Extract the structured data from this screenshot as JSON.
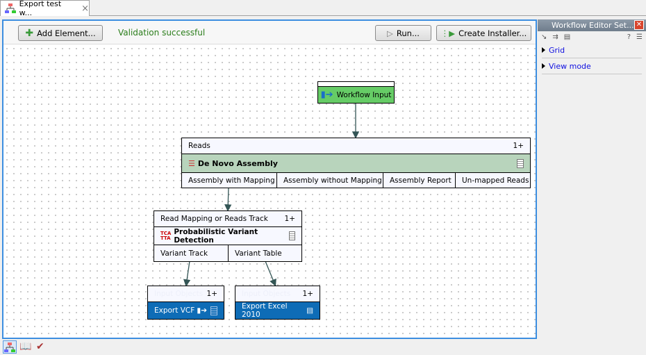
{
  "tab": {
    "title": "Export test w...",
    "close": "×"
  },
  "toolbar": {
    "add_element": "Add Element...",
    "validation": "Validation successful",
    "run": "Run...",
    "create_installer": "Create Installer..."
  },
  "colors": {
    "accent": "#3c8ee0",
    "validation": "#2a7d1a",
    "input_node": "#66cc66",
    "assembly_node": "#b8d4bc",
    "export_node": "#0e6cb6",
    "link": "#1010e0"
  },
  "nodes": {
    "workflow_input": {
      "label": "Workflow Input"
    },
    "assembly": {
      "input": "Reads",
      "multiplicity": "1+",
      "title": "De Novo Assembly",
      "outputs": [
        "Assembly with Mapping",
        "Assembly without Mapping",
        "Assembly Report",
        "Un-mapped Reads"
      ]
    },
    "variant": {
      "input": "Read Mapping or Reads Track",
      "multiplicity": "1+",
      "icon_text": "TCA TTA",
      "title": "Probabilistic Variant Detection",
      "outputs": [
        "Variant Track",
        "Variant Table"
      ]
    },
    "export_vcf": {
      "input": "Input Objects",
      "multiplicity": "1+",
      "title": "Export VCF"
    },
    "export_excel": {
      "input": "Input Objects",
      "multiplicity": "1+",
      "title": "Export Excel 2010"
    }
  },
  "side_panel": {
    "title": "Workflow Editor Set...",
    "help": "?",
    "items": [
      "Grid",
      "View mode"
    ]
  }
}
